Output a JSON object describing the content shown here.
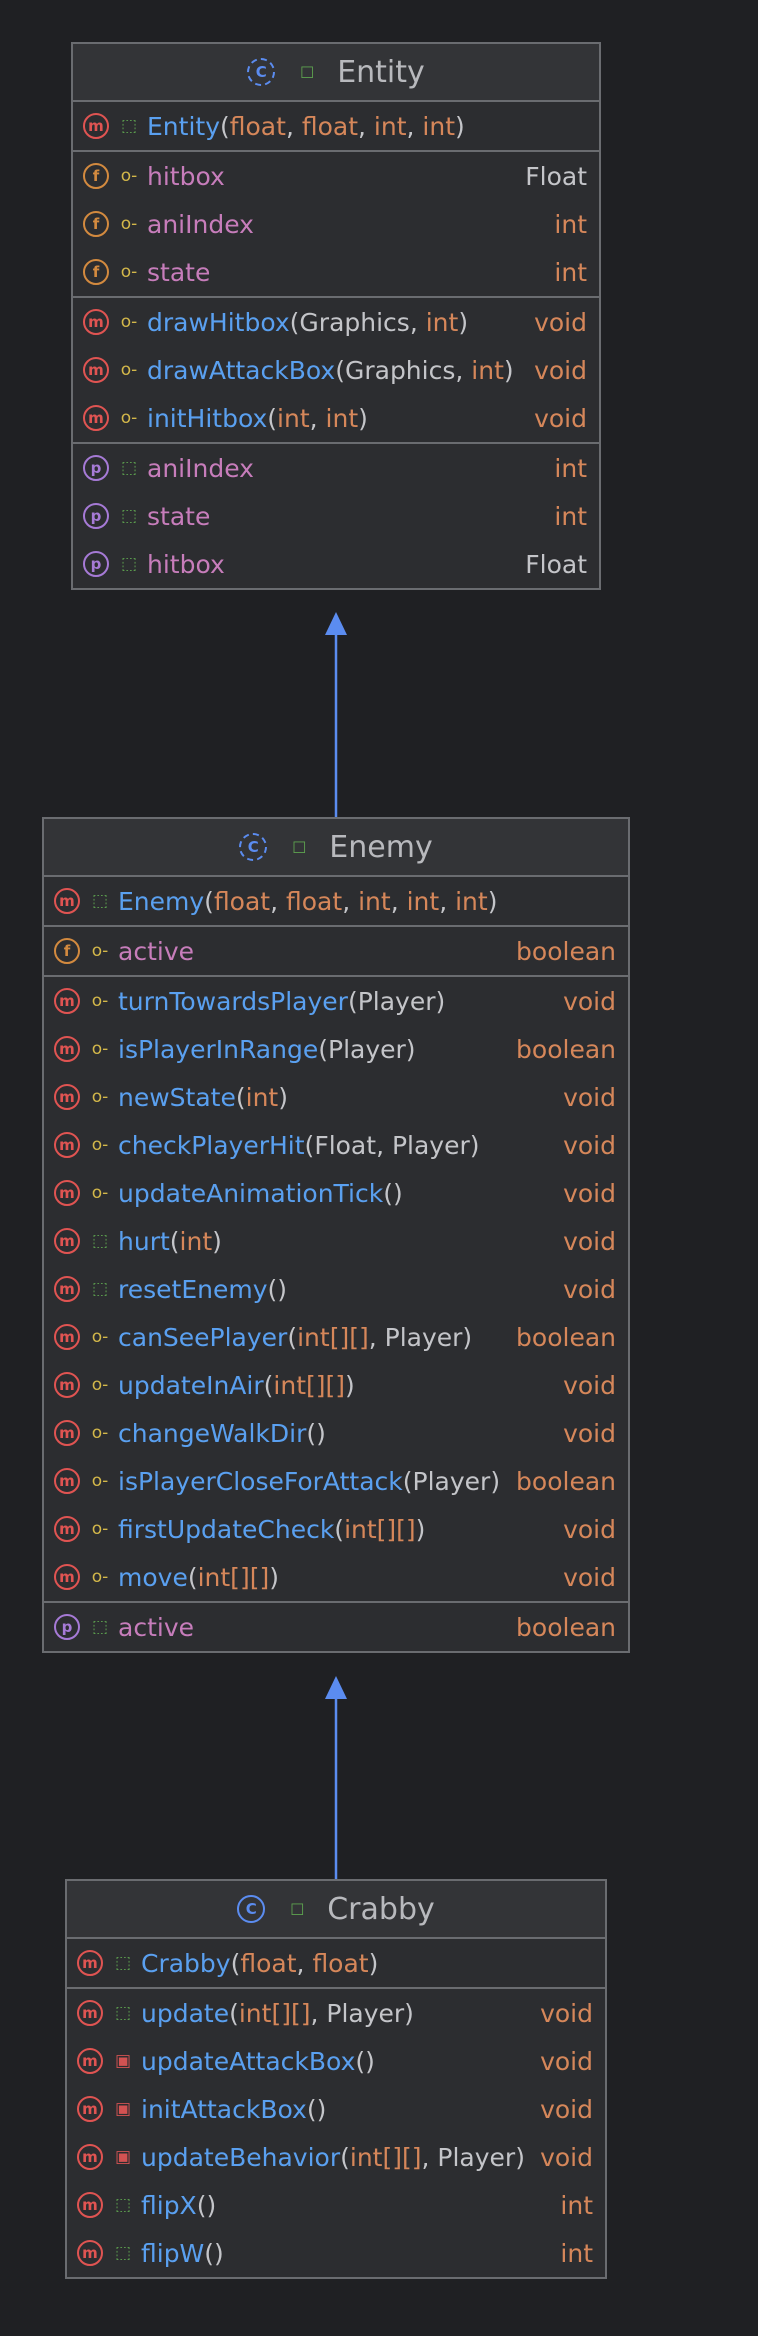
{
  "classes": [
    {
      "id": "entity",
      "name": "Entity",
      "abstract": true,
      "sections": [
        [
          {
            "kind": "m",
            "vis": "public",
            "name": "Entity",
            "args": [
              [
                "float",
                "p"
              ],
              [
                "float",
                "p"
              ],
              [
                "int",
                "p"
              ],
              [
                "int",
                "p"
              ]
            ],
            "ret": ""
          }
        ],
        [
          {
            "kind": "f",
            "vis": "protected",
            "name": "hitbox",
            "ret": "Float",
            "retp": false
          },
          {
            "kind": "f",
            "vis": "protected",
            "name": "aniIndex",
            "ret": "int",
            "retp": true
          },
          {
            "kind": "f",
            "vis": "protected",
            "name": "state",
            "ret": "int",
            "retp": true
          }
        ],
        [
          {
            "kind": "m",
            "vis": "protected",
            "name": "drawHitbox",
            "args": [
              [
                "Graphics",
                "o"
              ],
              [
                "int",
                "p"
              ]
            ],
            "ret": "void",
            "retp": true
          },
          {
            "kind": "m",
            "vis": "protected",
            "name": "drawAttackBox",
            "args": [
              [
                "Graphics",
                "o"
              ],
              [
                "int",
                "p"
              ]
            ],
            "ret": "void",
            "retp": true
          },
          {
            "kind": "m",
            "vis": "protected",
            "name": "initHitbox",
            "args": [
              [
                "int",
                "p"
              ],
              [
                "int",
                "p"
              ]
            ],
            "ret": "void",
            "retp": true
          }
        ],
        [
          {
            "kind": "p",
            "vis": "public",
            "name": "aniIndex",
            "ret": "int",
            "retp": true
          },
          {
            "kind": "p",
            "vis": "public",
            "name": "state",
            "ret": "int",
            "retp": true
          },
          {
            "kind": "p",
            "vis": "public",
            "name": "hitbox",
            "ret": "Float",
            "retp": false
          }
        ]
      ]
    },
    {
      "id": "enemy",
      "name": "Enemy",
      "abstract": true,
      "sections": [
        [
          {
            "kind": "m",
            "vis": "public",
            "name": "Enemy",
            "args": [
              [
                "float",
                "p"
              ],
              [
                "float",
                "p"
              ],
              [
                "int",
                "p"
              ],
              [
                "int",
                "p"
              ],
              [
                "int",
                "p"
              ]
            ],
            "ret": ""
          }
        ],
        [
          {
            "kind": "f",
            "vis": "protected",
            "name": "active",
            "ret": "boolean",
            "retp": true
          }
        ],
        [
          {
            "kind": "m",
            "vis": "protected",
            "name": "turnTowardsPlayer",
            "args": [
              [
                "Player",
                "o"
              ]
            ],
            "ret": "void",
            "retp": true
          },
          {
            "kind": "m",
            "vis": "protected",
            "name": "isPlayerInRange",
            "args": [
              [
                "Player",
                "o"
              ]
            ],
            "ret": "boolean",
            "retp": true
          },
          {
            "kind": "m",
            "vis": "protected",
            "name": "newState",
            "args": [
              [
                "int",
                "p"
              ]
            ],
            "ret": "void",
            "retp": true
          },
          {
            "kind": "m",
            "vis": "protected",
            "name": "checkPlayerHit",
            "args": [
              [
                "Float",
                "o"
              ],
              [
                "Player",
                "o"
              ]
            ],
            "ret": "void",
            "retp": true
          },
          {
            "kind": "m",
            "vis": "protected",
            "name": "updateAnimationTick",
            "args": [],
            "ret": "void",
            "retp": true
          },
          {
            "kind": "m",
            "vis": "public",
            "name": "hurt",
            "args": [
              [
                "int",
                "p"
              ]
            ],
            "ret": "void",
            "retp": true
          },
          {
            "kind": "m",
            "vis": "public",
            "name": "resetEnemy",
            "args": [],
            "ret": "void",
            "retp": true
          },
          {
            "kind": "m",
            "vis": "protected",
            "name": "canSeePlayer",
            "args": [
              [
                "int[][]",
                "p"
              ],
              [
                "Player",
                "o"
              ]
            ],
            "ret": "boolean",
            "retp": true
          },
          {
            "kind": "m",
            "vis": "protected",
            "name": "updateInAir",
            "args": [
              [
                "int[][]",
                "p"
              ]
            ],
            "ret": "void",
            "retp": true
          },
          {
            "kind": "m",
            "vis": "protected",
            "name": "changeWalkDir",
            "args": [],
            "ret": "void",
            "retp": true
          },
          {
            "kind": "m",
            "vis": "protected",
            "name": "isPlayerCloseForAttack",
            "args": [
              [
                "Player",
                "o"
              ]
            ],
            "ret": "boolean",
            "retp": true
          },
          {
            "kind": "m",
            "vis": "protected",
            "name": "firstUpdateCheck",
            "args": [
              [
                "int[][]",
                "p"
              ]
            ],
            "ret": "void",
            "retp": true
          },
          {
            "kind": "m",
            "vis": "protected",
            "name": "move",
            "args": [
              [
                "int[][]",
                "p"
              ]
            ],
            "ret": "void",
            "retp": true
          }
        ],
        [
          {
            "kind": "p",
            "vis": "public",
            "name": "active",
            "ret": "boolean",
            "retp": true
          }
        ]
      ]
    },
    {
      "id": "crabby",
      "name": "Crabby",
      "abstract": false,
      "sections": [
        [
          {
            "kind": "m",
            "vis": "public",
            "name": "Crabby",
            "args": [
              [
                "float",
                "p"
              ],
              [
                "float",
                "p"
              ]
            ],
            "ret": ""
          }
        ],
        [
          {
            "kind": "m",
            "vis": "public",
            "name": "update",
            "args": [
              [
                "int[][]",
                "p"
              ],
              [
                "Player",
                "o"
              ]
            ],
            "ret": "void",
            "retp": true
          },
          {
            "kind": "m",
            "vis": "private",
            "name": "updateAttackBox",
            "args": [],
            "ret": "void",
            "retp": true
          },
          {
            "kind": "m",
            "vis": "private",
            "name": "initAttackBox",
            "args": [],
            "ret": "void",
            "retp": true
          },
          {
            "kind": "m",
            "vis": "private",
            "name": "updateBehavior",
            "args": [
              [
                "int[][]",
                "p"
              ],
              [
                "Player",
                "o"
              ]
            ],
            "ret": "void",
            "retp": true
          },
          {
            "kind": "m",
            "vis": "public",
            "name": "flipX",
            "args": [],
            "ret": "int",
            "retp": true
          },
          {
            "kind": "m",
            "vis": "public",
            "name": "flipW",
            "args": [],
            "ret": "int",
            "retp": true
          }
        ]
      ]
    }
  ],
  "relations": [
    {
      "from": "enemy",
      "to": "entity",
      "type": "extends"
    },
    {
      "from": "crabby",
      "to": "enemy",
      "type": "extends"
    }
  ],
  "colors": {
    "arrow": "#5b8cf0",
    "background": "#1f2023"
  }
}
